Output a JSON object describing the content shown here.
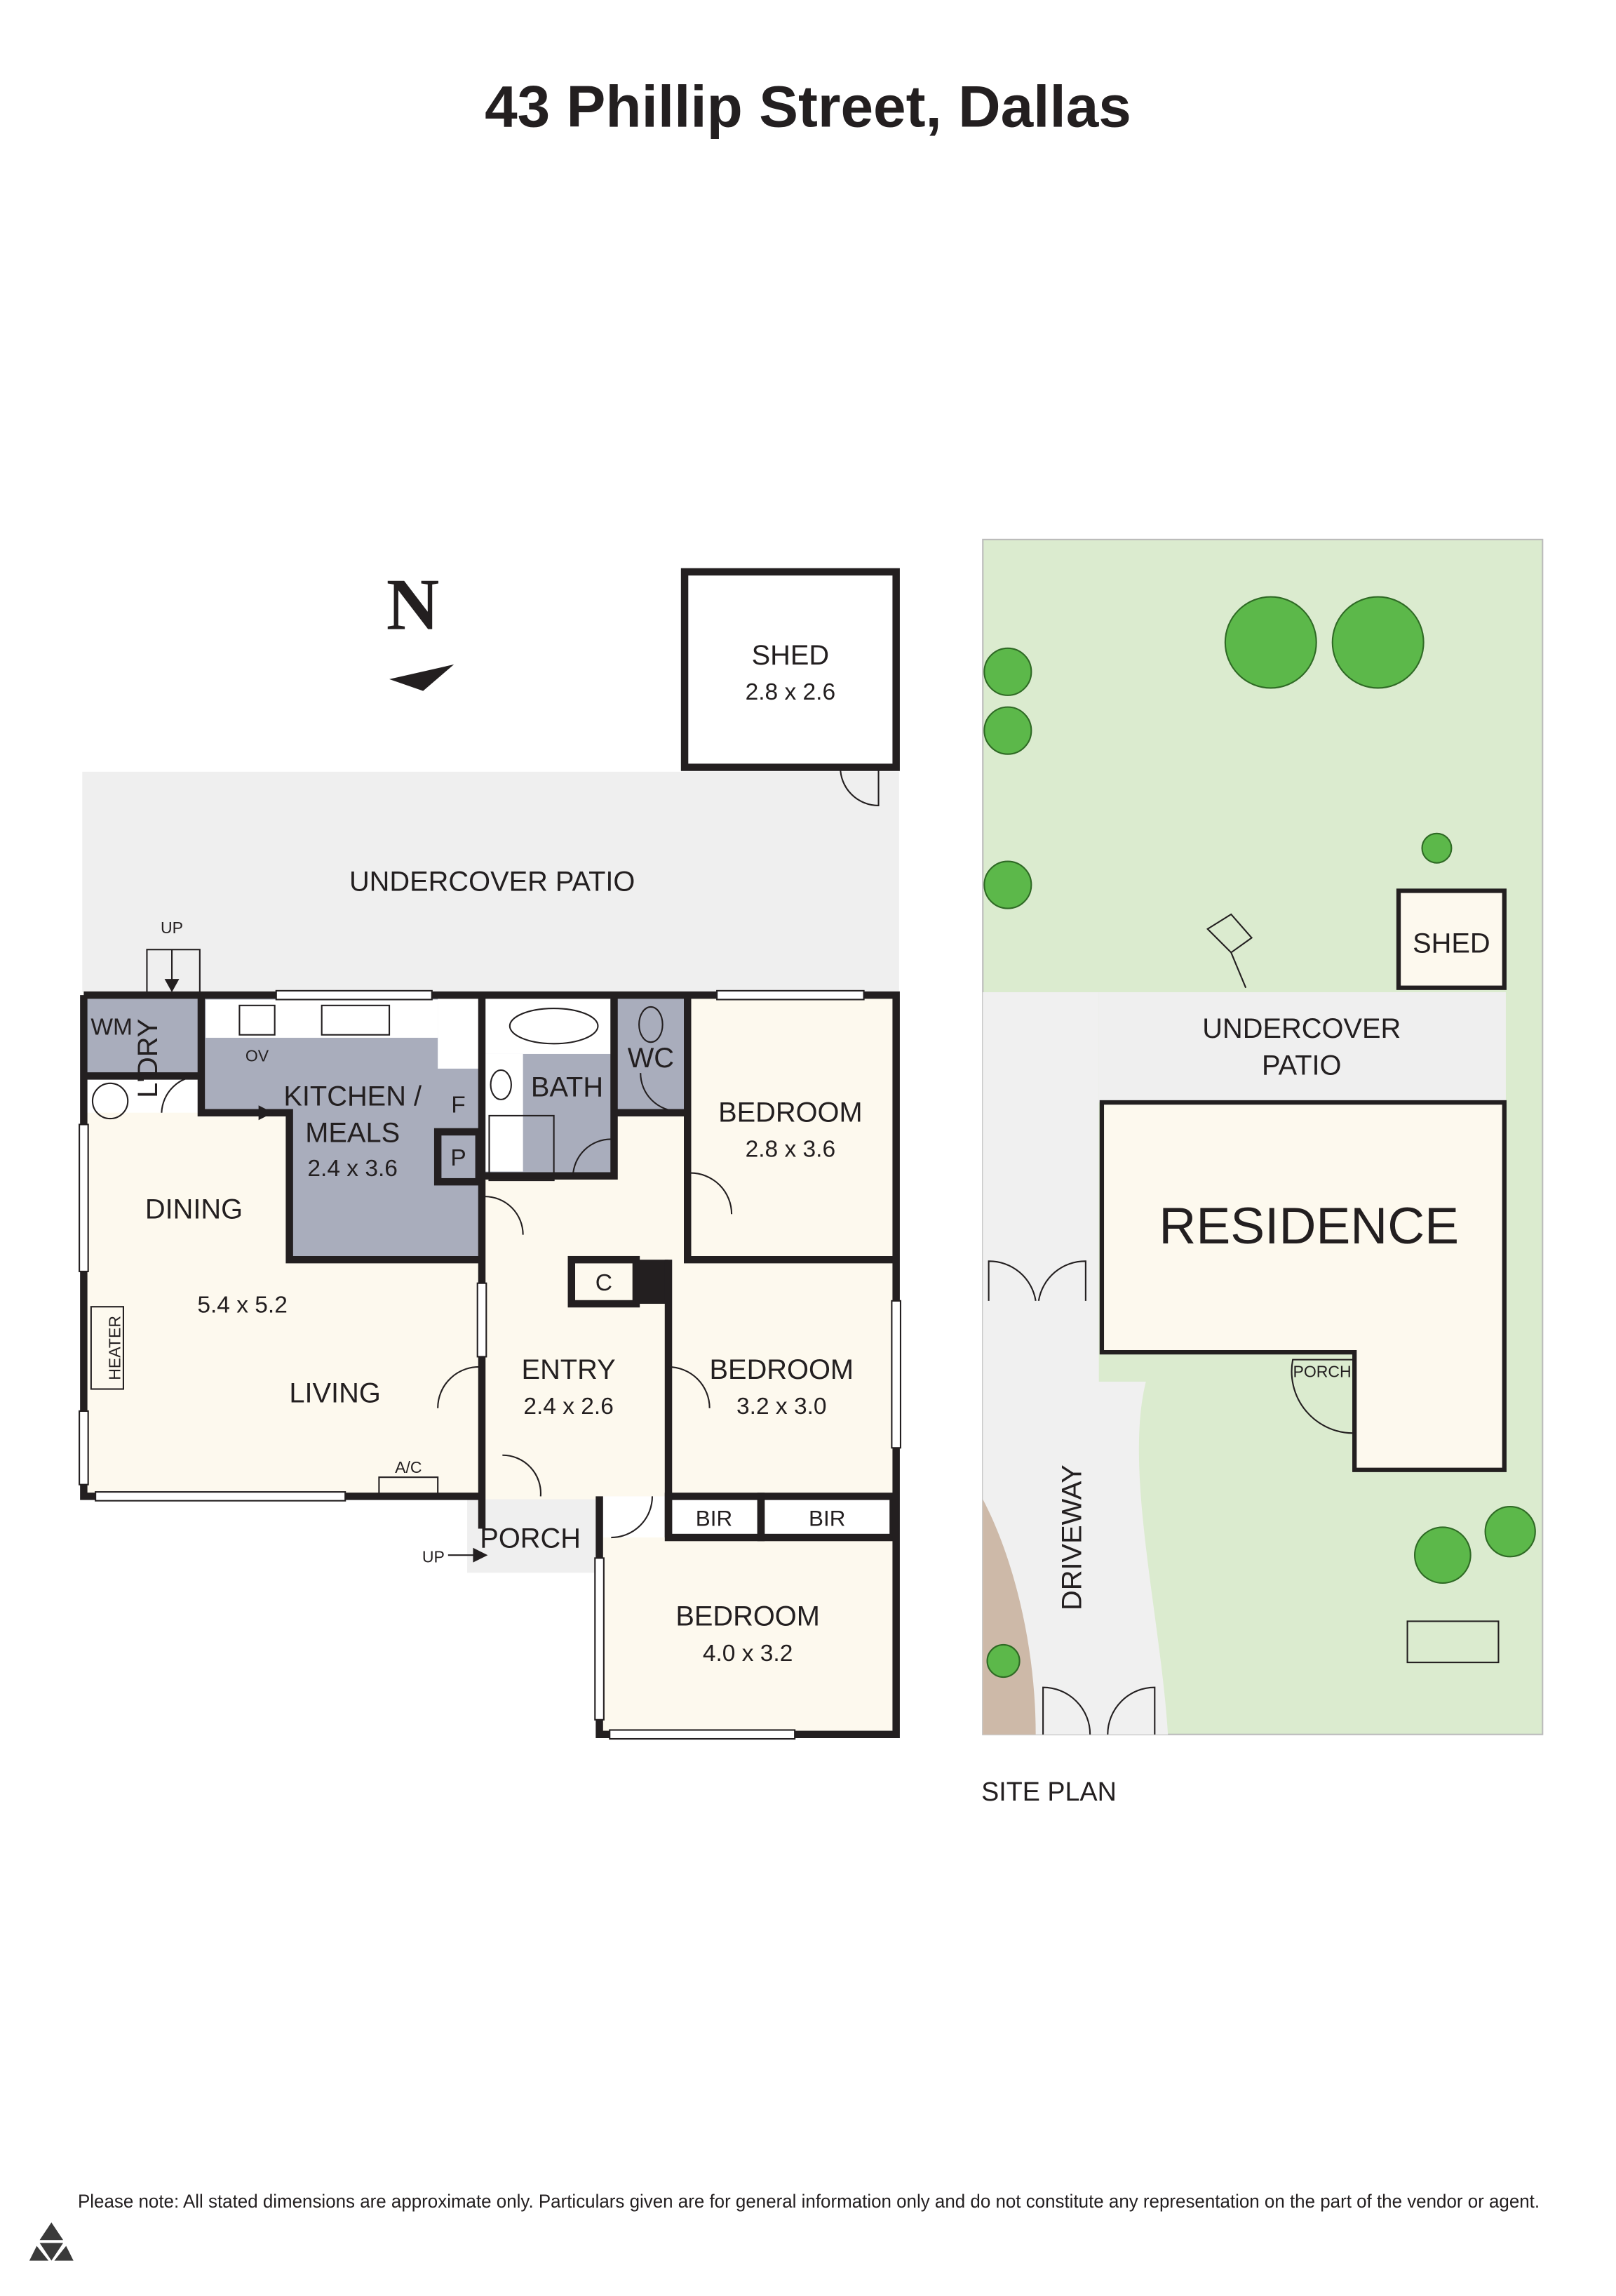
{
  "title": "43 Phillip Street, Dallas",
  "compass": {
    "label": "N"
  },
  "floor_plan": {
    "shed": {
      "label": "SHED",
      "dim": "2.8 x 2.6"
    },
    "patio": {
      "label": "UNDERCOVER PATIO"
    },
    "up_top": "UP",
    "wm": "WM",
    "laundry": "L'DRY",
    "ov": "OV",
    "kitchen": {
      "label1": "KITCHEN /",
      "label2": "MEALS",
      "dim": "2.4 x 3.6"
    },
    "fridge": "F",
    "pantry": "P",
    "bath": "BATH",
    "wc": "WC",
    "bedroom1": {
      "label": "BEDROOM",
      "dim": "2.8 x 3.6"
    },
    "dining": "DINING",
    "living_dim": "5.4 x 5.2",
    "heater": "HEATER",
    "living": "LIVING",
    "ac": "A/C",
    "cupboard": "C",
    "entry": {
      "label": "ENTRY",
      "dim": "2.4 x 2.6"
    },
    "bedroom2": {
      "label": "BEDROOM",
      "dim": "3.2 x 3.0"
    },
    "bir1": "BIR",
    "bir2": "BIR",
    "porch": "PORCH",
    "up_porch": "UP",
    "bedroom3": {
      "label": "BEDROOM",
      "dim": "4.0 x 3.2"
    }
  },
  "site_plan": {
    "label": "SITE PLAN",
    "shed": "SHED",
    "patio1": "UNDERCOVER",
    "patio2": "PATIO",
    "residence": "RESIDENCE",
    "porch": "PORCH",
    "driveway": "DRIVEWAY"
  },
  "colors": {
    "wet_area": "#a9adbc",
    "room": "#fdf9ee",
    "patio": "#efefef",
    "lawn": "#dbebcf",
    "tree": "#5cb84a"
  },
  "disclaimer": "Please note: All stated dimensions are approximate only. Particulars given are for general information only and do not constitute any representation on the part of the vendor or agent."
}
